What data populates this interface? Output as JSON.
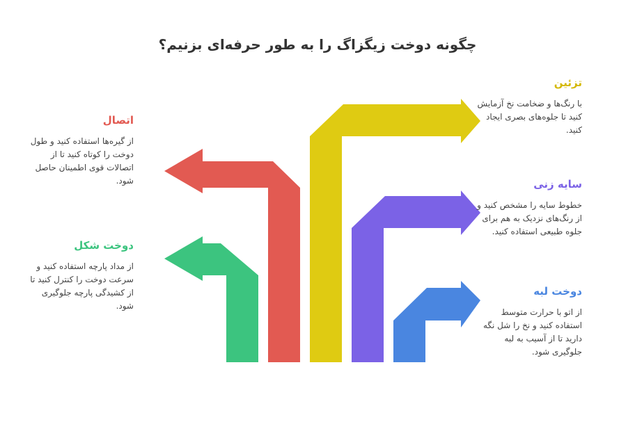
{
  "title": "چگونه دوخت زیگزاگ را به طور حرفه‌ای بزنیم؟",
  "steps": [
    {
      "heading": "دوخت لبه",
      "body": "از اتو با حرارت متوسط استفاده کنید و نخ را شل نگه دارید تا از آسیب به لبه جلوگیری شود.",
      "color": "#4a86e0"
    },
    {
      "heading": "دوخت شکل",
      "body": "از مداد پارچه استفاده کنید و سرعت دوخت را کنترل کنید تا از کشیدگی پارچه جلوگیری شود.",
      "color": "#3cc47f"
    },
    {
      "heading": "سایه زنی",
      "body": "خطوط سایه را مشخص کنید و از رنگ‌های نزدیک به هم برای جلوه طبیعی استفاده کنید.",
      "color": "#7b62e6"
    },
    {
      "heading": "اتصال",
      "body": "از گیره‌ها استفاده کنید و طول دوخت را کوتاه کنید تا از اتصالات قوی اطمینان حاصل شود.",
      "color": "#e25a52"
    },
    {
      "heading": "تزئین",
      "body": "با رنگ‌ها و ضخامت نخ آزمایش کنید تا جلوه‌های بصری ایجاد کنید.",
      "color": "#dfcb12"
    }
  ],
  "heading_colors": {
    "edge": "#4a86e0",
    "shape": "#3cc47f",
    "shading": "#7b62e6",
    "joining": "#e25a52",
    "decoration": "#d4b800"
  }
}
